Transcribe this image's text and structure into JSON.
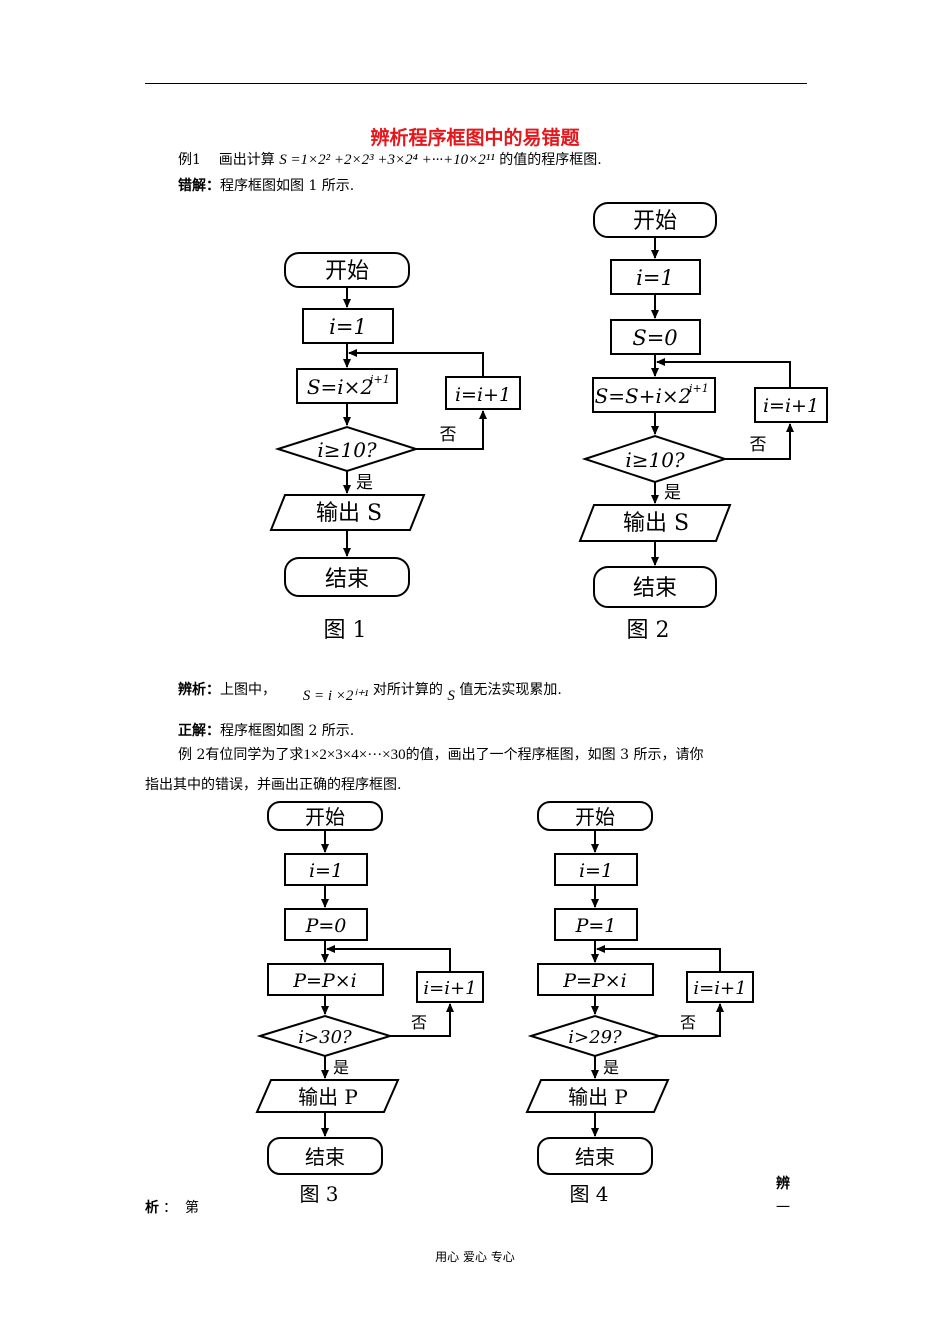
{
  "title": "辨析程序框图中的易错题",
  "example1": {
    "label": "例1",
    "intro": "画出计算",
    "formula": "S =1×2² +2×2³ +3×2⁴ +···+10×2¹¹",
    "outro": "的值的程序框图."
  },
  "wrong_solution": {
    "label": "错解：",
    "text": "程序框图如图 1 所示."
  },
  "analysis1": {
    "label": "辨析：",
    "text1": "上图中，",
    "formula": "S = i ×2ⁱ⁺¹",
    "text2": "对所计算的",
    "var": "S",
    "text3": "值无法实现累加."
  },
  "correct_solution": {
    "label": "正解：",
    "text": "程序框图如图 2 所示."
  },
  "example2": {
    "label": "例 2",
    "text1": "有位同学为了求",
    "formula": "1×2×3×4×···×30",
    "text2": "的值，画出了一个程序框图，如图 3 所示，请你",
    "line2": "指出其中的错误，并画出正确的程序框图."
  },
  "analysis2": {
    "part1": "析",
    "sep": "：",
    "part2": "第",
    "right1": "辨",
    "right2": "一"
  },
  "footer": "用心  爱心  专心",
  "fig1": {
    "start": "开始",
    "init_i": "i=1",
    "body": "S=i×2",
    "body_sup": "i+1",
    "inc": "i=i+1",
    "cond": "i≥10?",
    "yes": "是",
    "no": "否",
    "output": "输出 S",
    "end": "结束",
    "caption": "图 1"
  },
  "fig2": {
    "start": "开始",
    "init_i": "i=1",
    "init_s": "S=0",
    "body": "S=S+i×2",
    "body_sup": "i+1",
    "inc": "i=i+1",
    "cond": "i≥10?",
    "yes": "是",
    "no": "否",
    "output": "输出 S",
    "end": "结束",
    "caption": "图 2"
  },
  "fig3": {
    "start": "开始",
    "init_i": "i=1",
    "init_p": "P=0",
    "body": "P=P×i",
    "inc": "i=i+1",
    "cond": "i>30?",
    "yes": "是",
    "no": "否",
    "output": "输出 P",
    "end": "结束",
    "caption": "图 3"
  },
  "fig4": {
    "start": "开始",
    "init_i": "i=1",
    "init_p": "P=1",
    "body": "P=P×i",
    "inc": "i=i+1",
    "cond": "i>29?",
    "yes": "是",
    "no": "否",
    "output": "输出 P",
    "end": "结束",
    "caption": "图 4"
  }
}
